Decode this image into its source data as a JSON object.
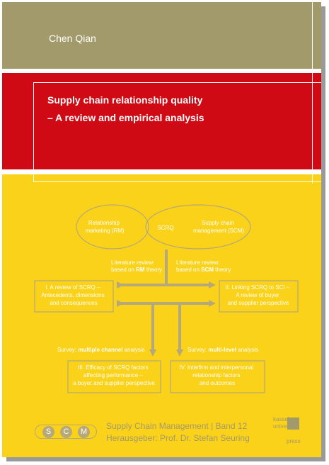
{
  "cover": {
    "author": "Chen Qian",
    "title_line1": "Supply chain relationship quality",
    "title_line2": "– A review and empirical analysis"
  },
  "diagram": {
    "left_circle": [
      "Relationship",
      "marketing (RM)"
    ],
    "center": "SCRQ",
    "right_circle": [
      "Supply chain",
      "management (SCM)"
    ],
    "review_left": [
      "Literature review:",
      "based on ",
      "RM",
      " theory"
    ],
    "review_right": [
      "Literature review:",
      "based on ",
      "SCM",
      " theory"
    ],
    "box1": [
      "I. A review of SCRQ –",
      "Antecedents, dimensions",
      "and consequences"
    ],
    "box2": [
      "II. Linking SCRQ to SCI –",
      "A review of buyer",
      "and supplier perspective"
    ],
    "survey_left": [
      "Survey: ",
      "multiple channel",
      " analysis"
    ],
    "survey_right": [
      "Survey: ",
      "multi-level",
      " analysis"
    ],
    "box3": [
      "III. Efficacy of SCRQ factors",
      "affecting performance –",
      "a buyer and supplier perspective"
    ],
    "box4": [
      "IV. Interfirm and interpersonal",
      "relationship factors",
      "and outcomes"
    ]
  },
  "footer": {
    "logo_letters": [
      "S",
      "C",
      "M"
    ],
    "series_line1": "Supply Chain Management | Band 12",
    "series_line2": "Herausgeber: Prof. Dr. Stefan Seuring",
    "publisher_line1": "kassel",
    "publisher_line2": "university",
    "publisher_line3": "press"
  },
  "colors": {
    "yellow": "#fbd21a",
    "red": "#cf0a14",
    "khaki": "#a39a6b",
    "diagram": "#b5a87a"
  }
}
